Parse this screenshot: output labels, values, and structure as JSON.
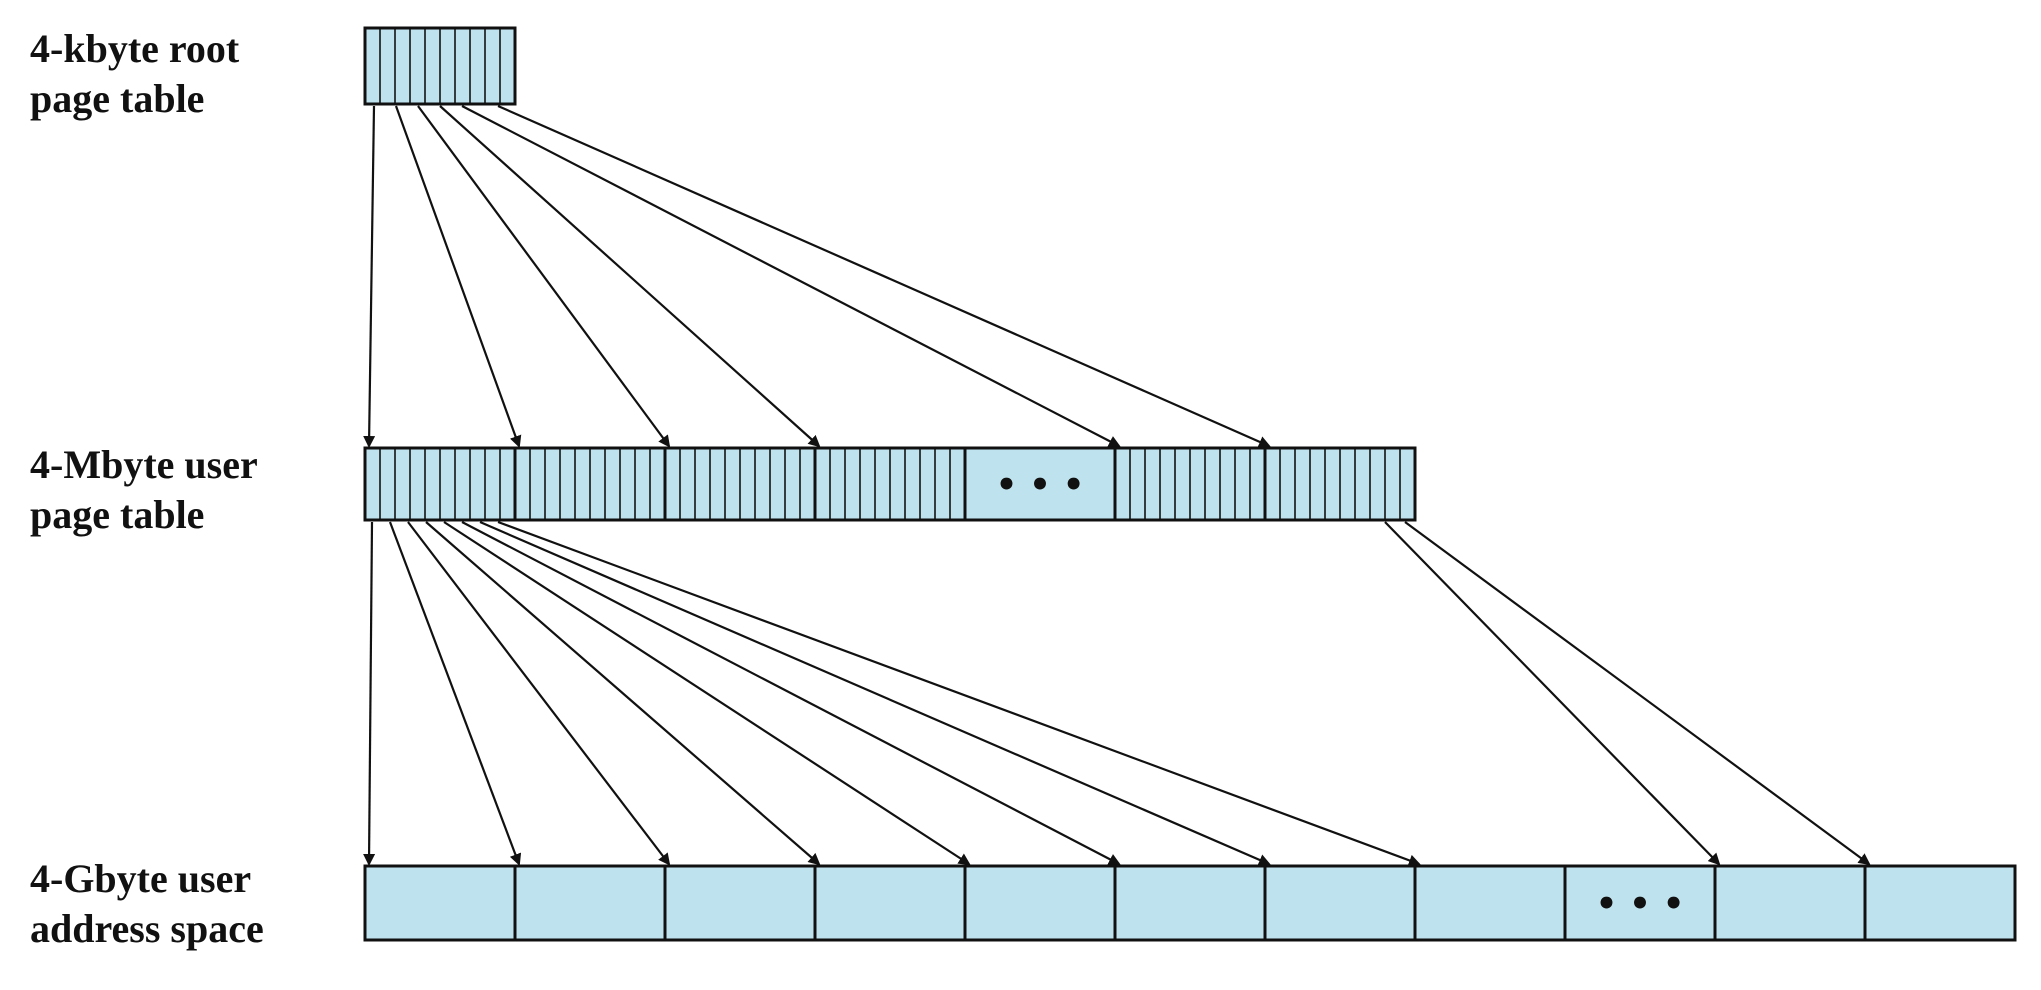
{
  "labels": {
    "root": {
      "line1": "4-kbyte root",
      "line2": "page table"
    },
    "user_page_table": {
      "line1": "4-Mbyte user",
      "line2": "page table"
    },
    "address_space": {
      "line1": "4-Gbyte user",
      "line2": "address space"
    }
  },
  "levels": {
    "root": {
      "groups": 1,
      "ellipsis_after": null
    },
    "user_page_table": {
      "groups": 7,
      "ellipsis_index": 4
    },
    "address_space": {
      "blocks": 11,
      "ellipsis_index": 8
    }
  },
  "ellipsis_text": "• • •",
  "colors": {
    "fill": "#bfe3ee",
    "stroke": "#111111",
    "arrow": "#111111"
  }
}
